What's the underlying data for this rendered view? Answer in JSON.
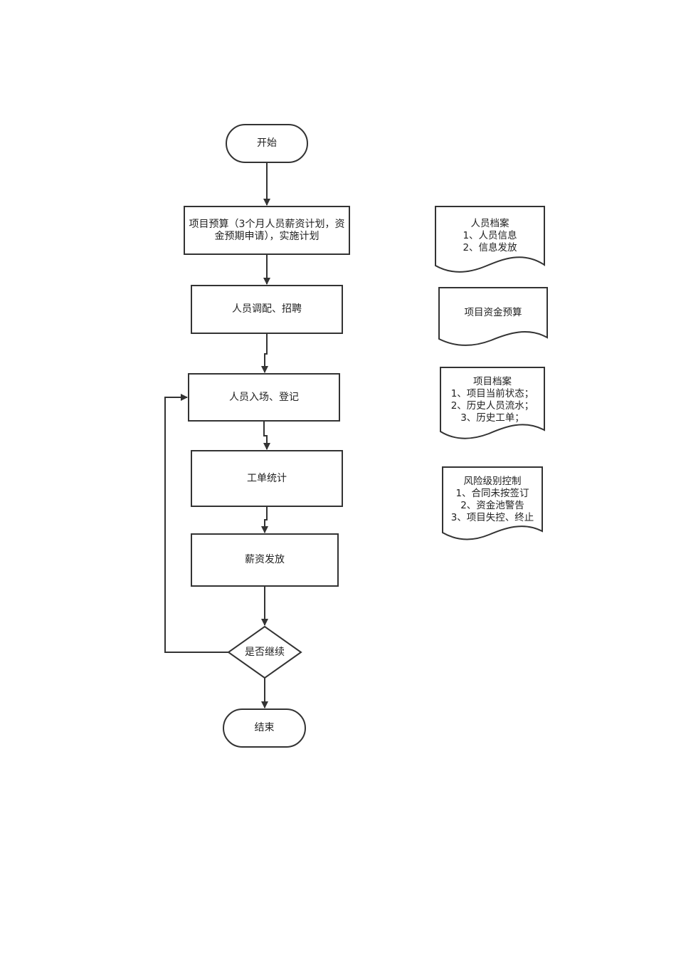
{
  "flowchart": {
    "start": "开始",
    "budget": "项目预算（3个月人员薪资计划，资金预期申请），实施计划",
    "staffing": "人员调配、招聘",
    "onboarding": "人员入场、登记",
    "work_order": "工单统计",
    "payroll": "薪资发放",
    "decision": "是否继续",
    "end": "结束"
  },
  "documents": {
    "personnel_file": [
      "人员档案",
      "1、人员信息",
      "2、信息发放"
    ],
    "project_budget": [
      "项目资金预算"
    ],
    "project_file": [
      "项目档案",
      "1、项目当前状态；",
      "2、历史人员流水；",
      "3、历史工单；"
    ],
    "risk_control": [
      "风险级别控制",
      "1、合同未按签订",
      "2、资金池警告",
      "3、项目失控、终止"
    ]
  }
}
